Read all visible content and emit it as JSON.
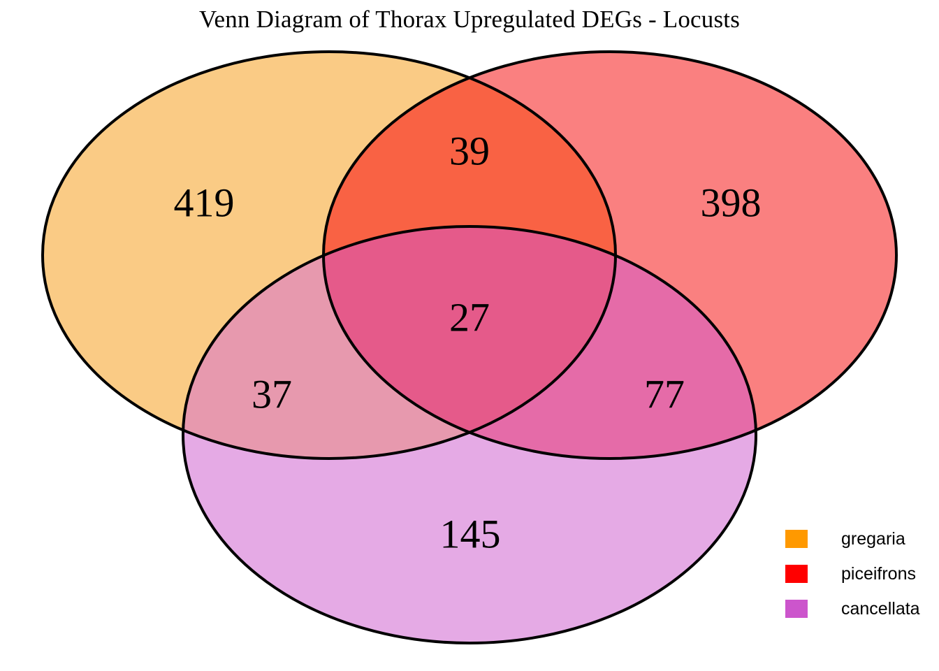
{
  "chart_data": {
    "type": "venn",
    "title": "Venn Diagram of Thorax Upregulated DEGs - Locusts",
    "sets": [
      "gregaria",
      "piceifrons",
      "cancellata"
    ],
    "set_colors": [
      "#FF9900",
      "#FF0000",
      "#CC55CC"
    ],
    "regions": [
      {
        "key": "gregaria_only",
        "sets": [
          "gregaria"
        ],
        "value": 419
      },
      {
        "key": "piceifrons_only",
        "sets": [
          "piceifrons"
        ],
        "value": 398
      },
      {
        "key": "cancellata_only",
        "sets": [
          "cancellata"
        ],
        "value": 145
      },
      {
        "key": "gregaria_piceifrons",
        "sets": [
          "gregaria",
          "piceifrons"
        ],
        "value": 39
      },
      {
        "key": "gregaria_cancellata",
        "sets": [
          "gregaria",
          "cancellata"
        ],
        "value": 37
      },
      {
        "key": "piceifrons_cancellata",
        "sets": [
          "piceifrons",
          "cancellata"
        ],
        "value": 77
      },
      {
        "key": "all_three",
        "sets": [
          "gregaria",
          "piceifrons",
          "cancellata"
        ],
        "value": 27
      }
    ],
    "labels": {
      "gregaria_only": "419",
      "piceifrons_only": "398",
      "cancellata_only": "145",
      "gregaria_piceifrons": "39",
      "gregaria_cancellata": "37",
      "piceifrons_cancellata": "77",
      "all_three": "27"
    },
    "region_fill_colors": {
      "gregaria_only": "#FACB85",
      "piceifrons_only": "#FA8080",
      "cancellata_only": "#E5AAE5",
      "gregaria_piceifrons": "#F96244",
      "gregaria_cancellata": "#E799AE",
      "piceifrons_cancellata": "#E56BA8",
      "all_three": "#E55A8A"
    },
    "outline_color": "#000000",
    "background": "#FFFFFF",
    "legend_position": "bottom-right"
  },
  "title": {
    "text": "Venn Diagram of Thorax Upregulated DEGs - Locusts"
  },
  "legend": {
    "items": [
      {
        "label": "gregaria",
        "color": "#FF9900"
      },
      {
        "label": "piceifrons",
        "color": "#FF0000"
      },
      {
        "label": "cancellata",
        "color": "#CC55CC"
      }
    ]
  }
}
